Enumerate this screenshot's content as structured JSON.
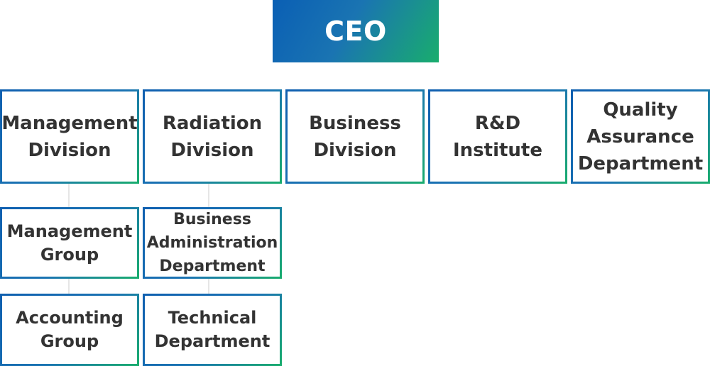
{
  "ceo": {
    "label": "CEO"
  },
  "divisions": [
    {
      "label": "Management\nDivision"
    },
    {
      "label": "Radiation\nDivision"
    },
    {
      "label": "Business\nDivision"
    },
    {
      "label": "R&D Institute"
    },
    {
      "label": "Quality\nAssurance\nDepartment"
    }
  ],
  "management_units": [
    {
      "label": "Management\nGroup"
    },
    {
      "label": "Accounting\nGroup"
    }
  ],
  "radiation_units": [
    {
      "label": "Business\nAdministration\nDepartment"
    },
    {
      "label": "Technical\nDepartment"
    }
  ],
  "colors": {
    "gradient_blue": "#0f5fb0",
    "gradient_green": "#19ad6d",
    "text": "#333333",
    "connector": "#d9d9d9"
  }
}
